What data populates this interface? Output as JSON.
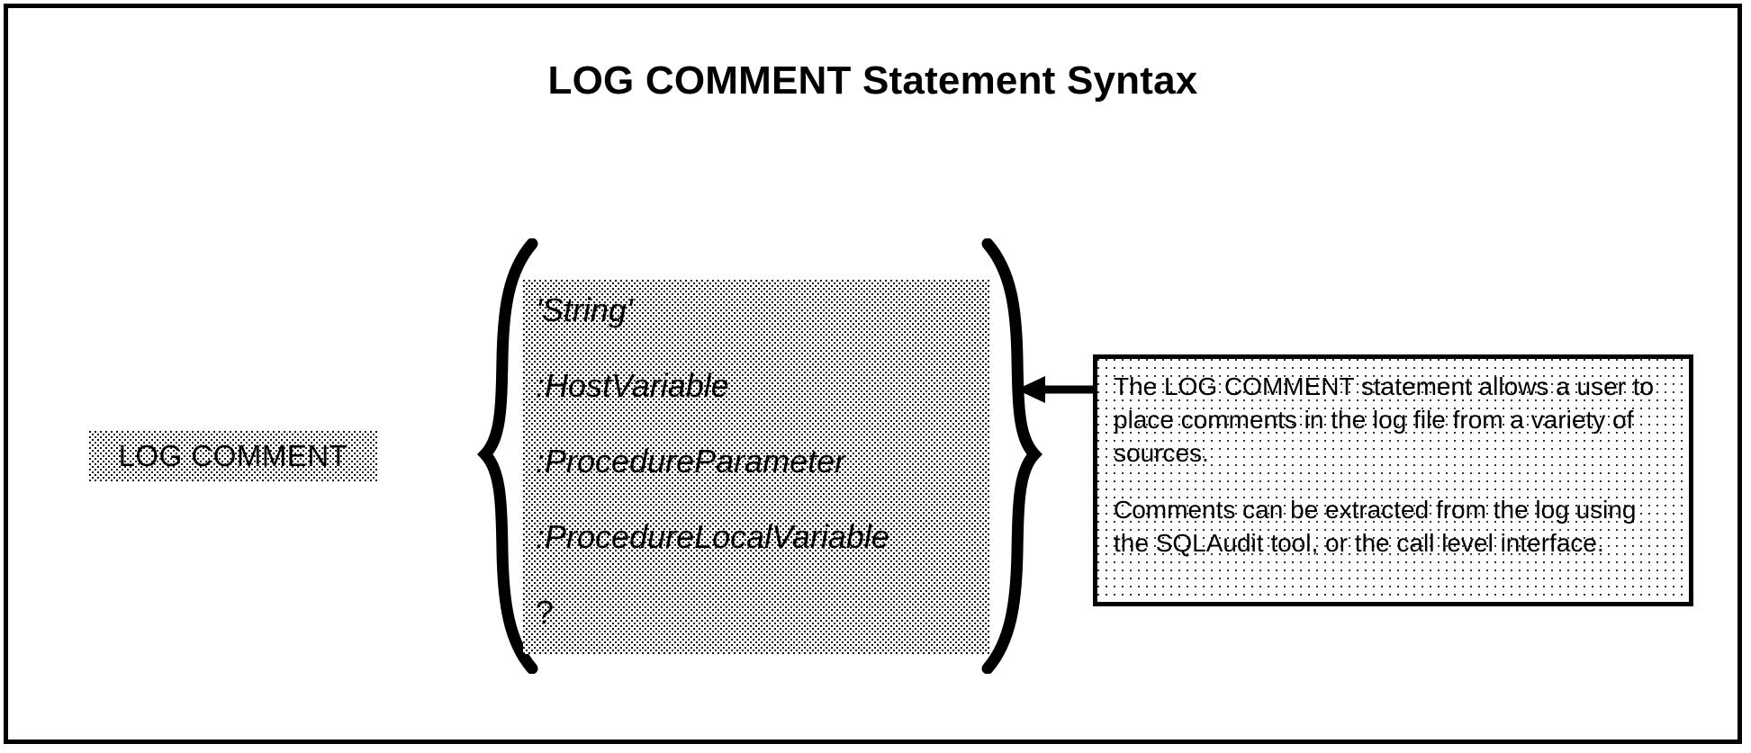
{
  "page": {
    "title": "LOG COMMENT Statement Syntax",
    "border_color": "#000000",
    "background_color": "#ffffff"
  },
  "syntax_diagram": {
    "keyword": "LOG COMMENT",
    "open_brace": "{",
    "close_brace": "}",
    "alternatives": [
      {
        "text": "'String'",
        "style": "italic"
      },
      {
        "text": ":HostVariable",
        "style": "italic"
      },
      {
        "text": ":ProcedureParameter",
        "style": "italic"
      },
      {
        "text": ":ProcedureLocalVariable",
        "style": "italic"
      },
      {
        "text": "?",
        "style": "plain"
      }
    ]
  },
  "callout": {
    "arrow_direction": "left",
    "paragraphs": [
      "The LOG COMMENT statement allows a user to place comments in the log file from a variety of sources.",
      "Comments can be extracted from the log using the SQLAudit tool, or the call level interface."
    ]
  }
}
